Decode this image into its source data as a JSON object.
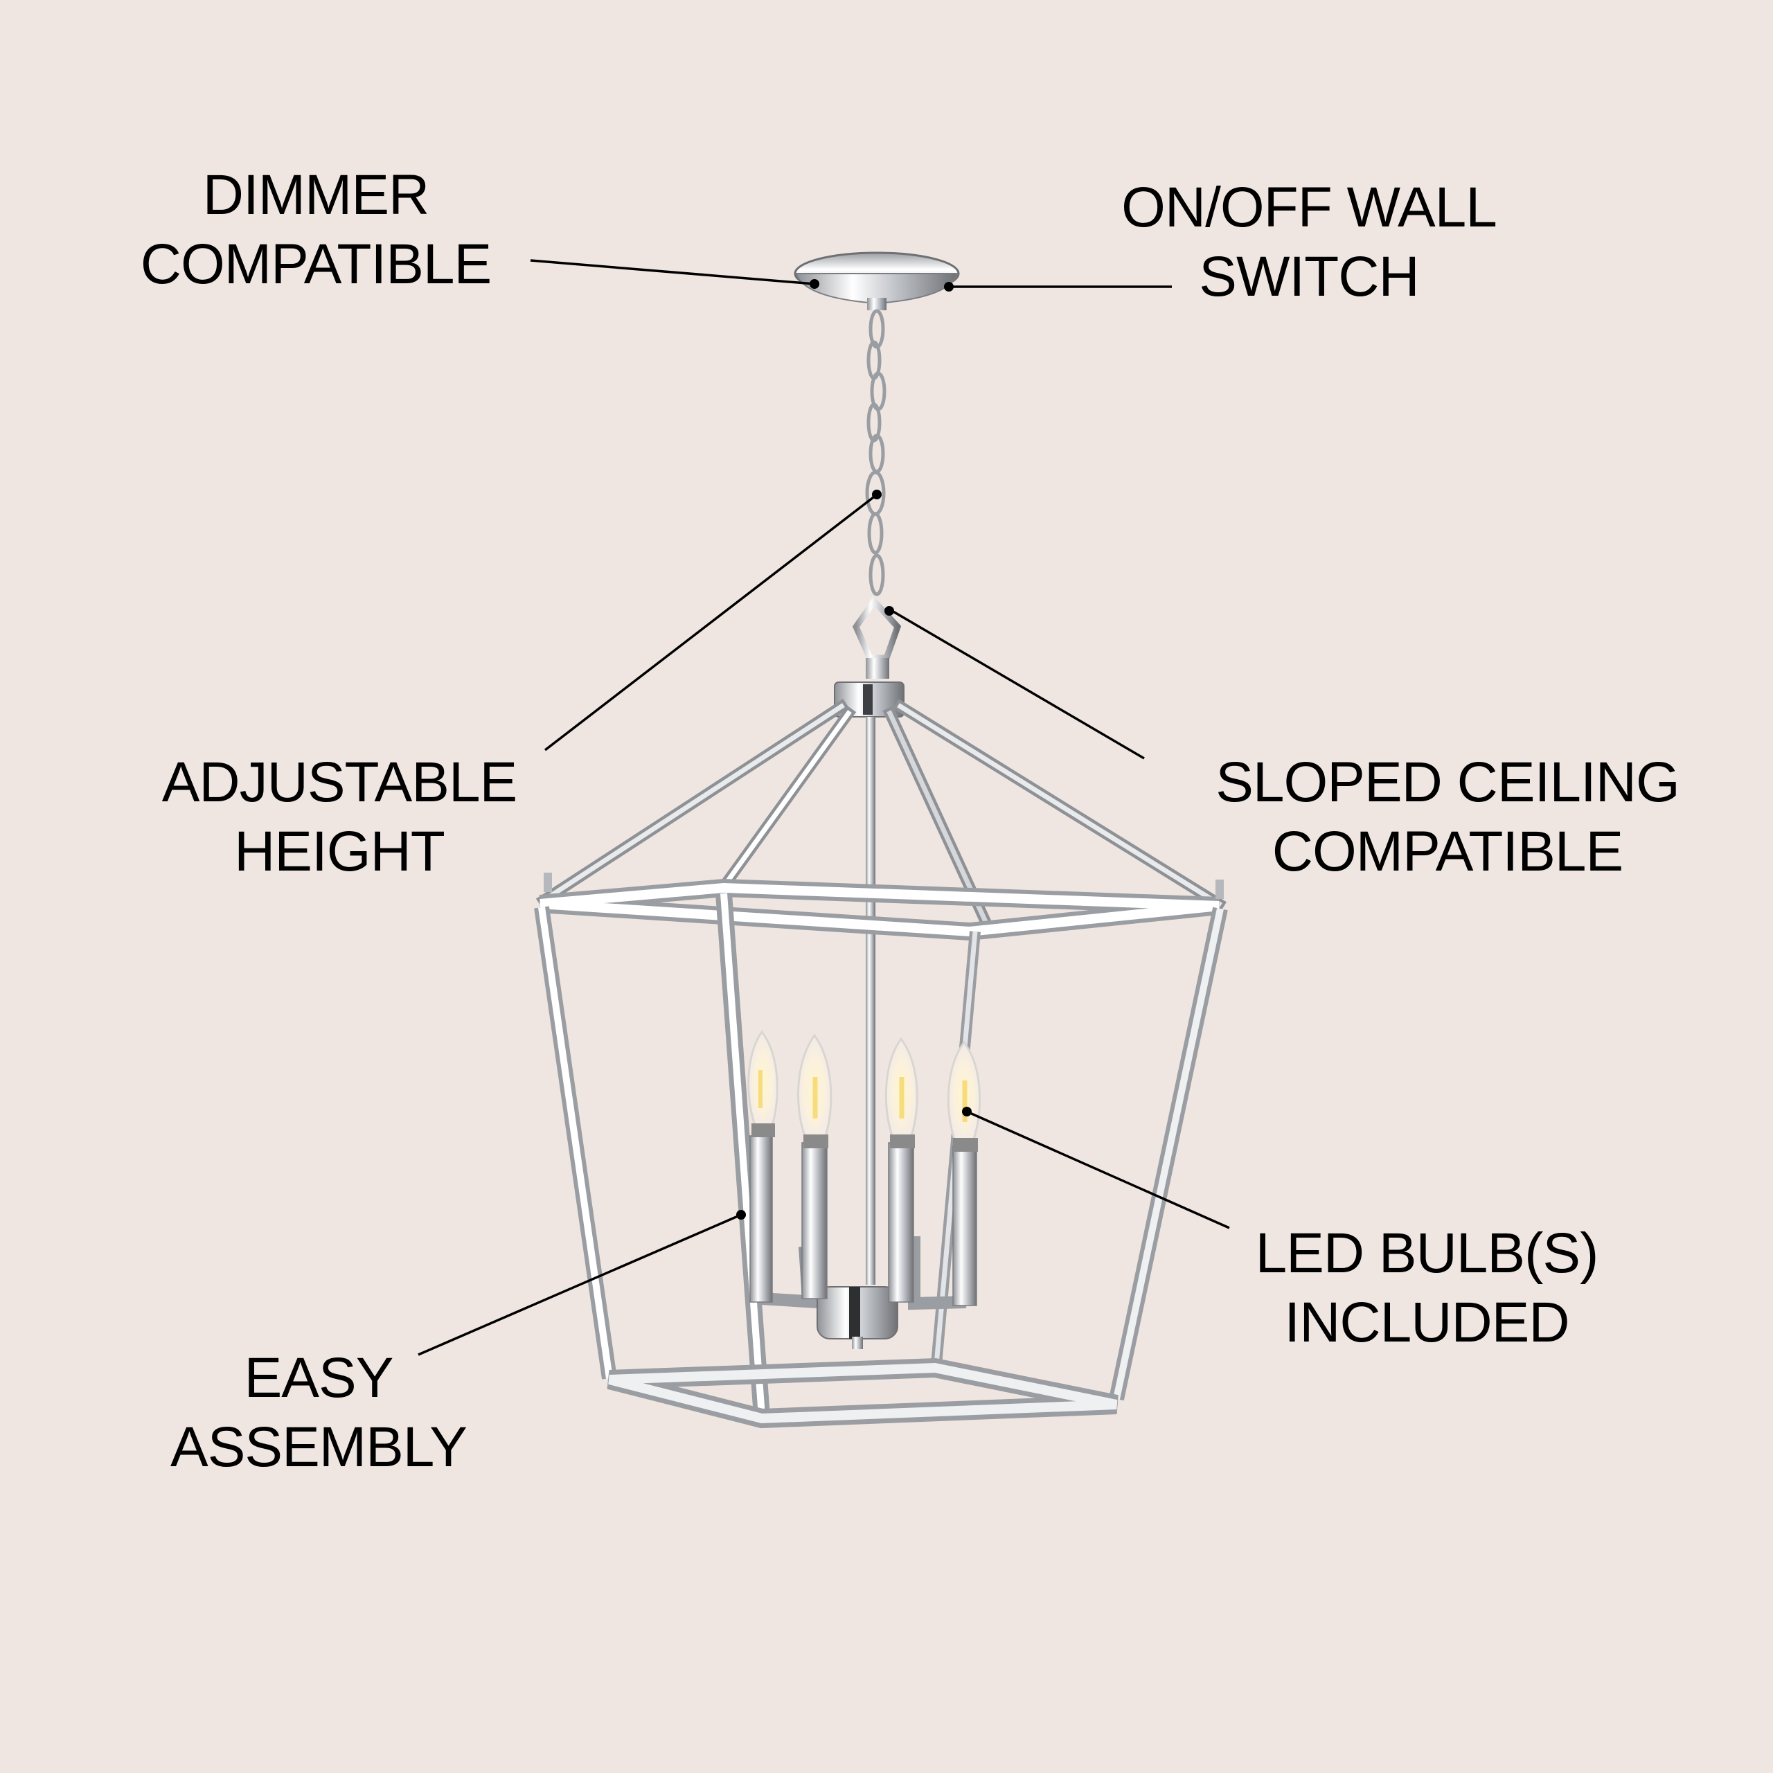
{
  "colors": {
    "background": "#efe6e1",
    "text": "#000000",
    "chrome": "#c9ccd1",
    "chrome_highlight": "#ffffff",
    "chrome_shadow": "#6e7074",
    "bulb_glow": "#fff3c4"
  },
  "product": {
    "name": "4-light chrome lantern pendant",
    "bulb_count": 4
  },
  "callouts": [
    {
      "id": "dimmer",
      "line1": "DIMMER",
      "line2": "COMPATIBLE"
    },
    {
      "id": "switch",
      "line1": "ON/OFF WALL",
      "line2": "SWITCH"
    },
    {
      "id": "height",
      "line1": "ADJUSTABLE",
      "line2": "HEIGHT"
    },
    {
      "id": "sloped",
      "line1": "SLOPED CEILING",
      "line2": "COMPATIBLE"
    },
    {
      "id": "led",
      "line1": "LED BULB(S)",
      "line2": "INCLUDED"
    },
    {
      "id": "assembly",
      "line1": "EASY",
      "line2": "ASSEMBLY"
    }
  ]
}
